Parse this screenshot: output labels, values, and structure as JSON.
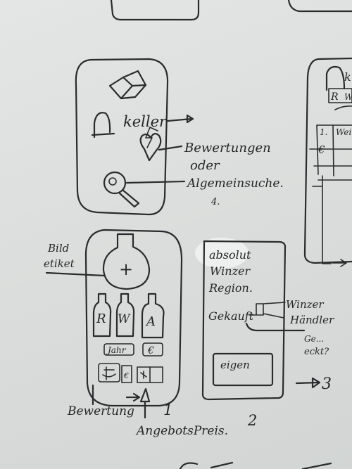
{
  "sketch1": {
    "label_keller": "keller",
    "label_bewertungen": "Bewertungen",
    "label_oder": "oder",
    "label_allgemeinsuche": "Algemeinsuche.",
    "label_4": "4."
  },
  "sketch2": {
    "label_bild_line1": "Bild",
    "label_bild_line2": "etiket",
    "label_plus": "+",
    "bottle_letters": [
      "R",
      "W",
      "A"
    ],
    "label_jahr": "Jahr",
    "label_euro": "€",
    "label_bewertung": "Bewertung",
    "label_angebotspreis": "AngebotsPreis.",
    "label_number": "1"
  },
  "sketch3": {
    "label_absolut": "absolut",
    "label_winzer": "Winzer",
    "label_region": "Region.",
    "label_gekauft": "Gekauft",
    "label_winzer2": "Winzer",
    "label_haendler": "Händler",
    "label_geschenkt_line1": "Ge...",
    "label_geschenkt_line2": "eckt?",
    "label_eigen": "eigen",
    "label_number": "2",
    "label_arrow3": "3"
  },
  "sketch4": {
    "label_k": "k",
    "label_r": "R",
    "label_w": "W",
    "label_1": "1.",
    "label_wei": "Wei",
    "label_euro": "€"
  }
}
